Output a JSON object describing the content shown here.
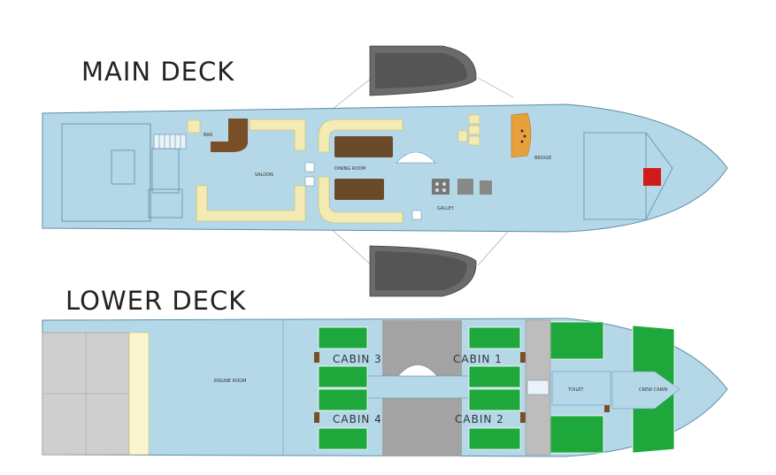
{
  "main_deck": {
    "title": "MAIN DECK",
    "rooms": {
      "bar": "BAR",
      "saloon": "SALOON",
      "dining": "DINING ROOM",
      "galley": "GALLEY",
      "bridge": "BRIDGE"
    }
  },
  "lower_deck": {
    "title": "LOWER DECK",
    "rooms": {
      "engine": "ENGINE ROOM",
      "cabin3": "CABIN 3",
      "cabin1": "CABIN 1",
      "cabin4": "CABIN 4",
      "cabin2": "CABIN 2",
      "crew": "CREW CABIN",
      "crew_toilet": "TOILET"
    }
  },
  "colors": {
    "hull": "#b5d8e8",
    "hull_stroke": "#5a8ca6",
    "tender": "#6b6b6b",
    "sofa": "#f3eab4",
    "table": "#6b4a2a",
    "bed_green": "#1ea83c",
    "bridge_wood": "#e8a13a",
    "red_box": "#d11a1a",
    "engine_grey": "#cfcfcf",
    "fuel_cream": "#fbf5cf"
  }
}
